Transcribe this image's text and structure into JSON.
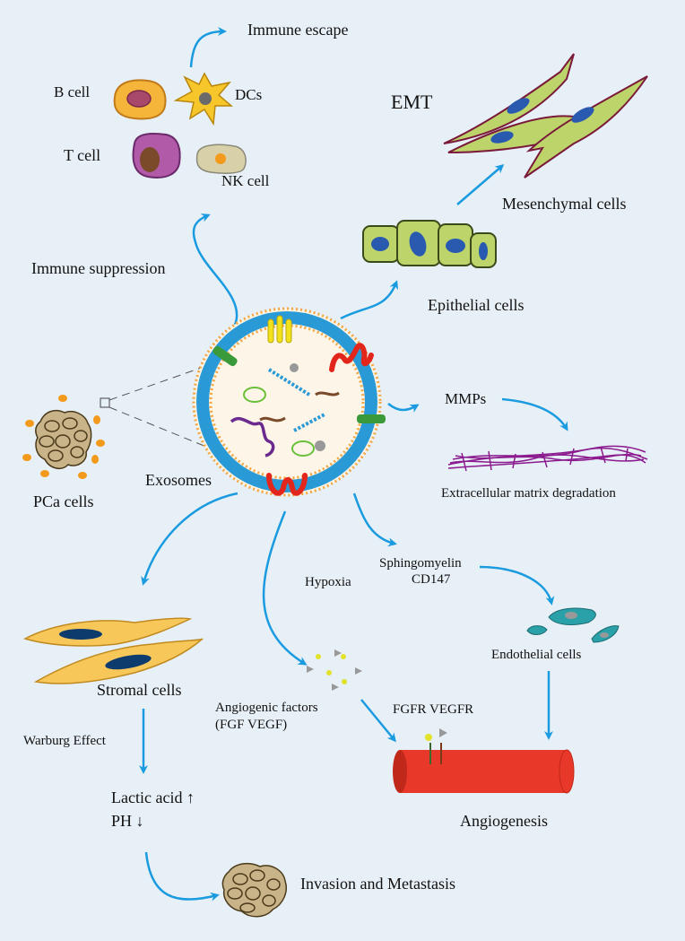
{
  "labels": {
    "immune_escape": "Immune escape",
    "b_cell": "B cell",
    "dcs": "DCs",
    "t_cell": "T cell",
    "nk_cell": "NK cell",
    "emt": "EMT",
    "mesenchymal_cells": "Mesenchymal cells",
    "immune_suppression": "Immune suppression",
    "epithelial_cells": "Epithelial cells",
    "mmps": "MMPs",
    "ecm_degradation": "Extracellular matrix degradation",
    "pca_cells": "PCa  cells",
    "exosomes": "Exosomes",
    "hypoxia": "Hypoxia",
    "sphingomyelin": "Sphingomyelin",
    "cd147": "CD147",
    "endothelial_cells": "Endothelial cells",
    "stromal_cells": "Stromal cells",
    "warburg_effect": "Warburg Effect",
    "angiogenic_factors_line1": "Angiogenic factors",
    "angiogenic_factors_line2": "(FGF VEGF)",
    "fgfr_vegfr": "FGFR VEGFR",
    "lactic_acid": "Lactic acid ↑",
    "ph": "PH ↓",
    "angiogenesis": "Angiogenesis",
    "invasion_metastasis": "Invasion and Metastasis"
  },
  "colors": {
    "background": "#e8f0f7",
    "arrow": "#1a9be0",
    "membrane": "#2a9ad6",
    "membrane_dots": "#f5a540",
    "receptor_red": "#e2261c",
    "receptor_yellow": "#f2e21a",
    "receptor_green": "#3a9a3a",
    "pca_cell": "#c9b48a",
    "orange_dot": "#f39a1c",
    "mesenchymal": "#bcd46a",
    "mesenchymal_outline": "#7a1a3a",
    "nucleus_blue": "#2a5ab0",
    "stromal": "#f7c75a",
    "stromal_nucleus": "#0d3b6e",
    "endothelial": "#2aa0a8",
    "vessel": "#e8382a",
    "ecm_fibers": "#8a1a8e"
  }
}
